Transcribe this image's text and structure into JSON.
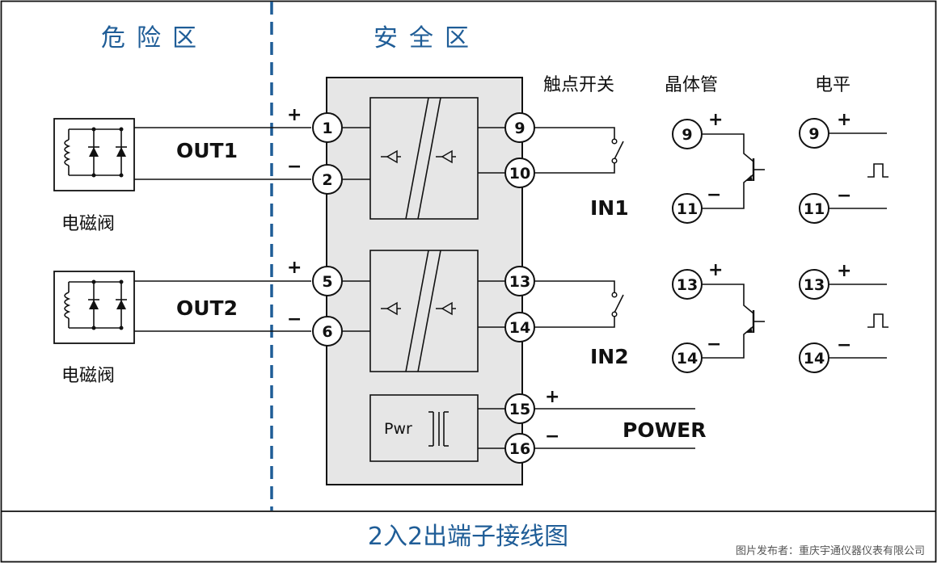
{
  "zones": {
    "hazardous": "危险区",
    "safe": "安全区"
  },
  "headers": {
    "contact_switch": "触点开关",
    "transistor": "晶体管",
    "level": "电平"
  },
  "valves": {
    "valve1": "电磁阀",
    "valve2": "电磁阀"
  },
  "outputs": {
    "out1": "OUT1",
    "out2": "OUT2"
  },
  "inputs": {
    "in1": "IN1",
    "in2": "IN2"
  },
  "power": {
    "label": "POWER",
    "block": "Pwr"
  },
  "terminals": {
    "t1": "1",
    "t2": "2",
    "t5": "5",
    "t6": "6",
    "t9": "9",
    "t10": "10",
    "t13": "13",
    "t14": "14",
    "t15": "15",
    "t16": "16",
    "tr9": "9",
    "tr11": "11",
    "tr13": "13",
    "tr14": "14",
    "lv9": "9",
    "lv11": "11",
    "lv13": "13",
    "lv14": "14"
  },
  "signs": {
    "plus": "+",
    "minus": "−"
  },
  "caption": "2入2出端子接线图",
  "credit": "图片发布者：重庆宇通仪器仪表有限公司",
  "colors": {
    "accent": "#1f5d97",
    "module_fill": "#e6e6e6",
    "line": "#111111"
  }
}
